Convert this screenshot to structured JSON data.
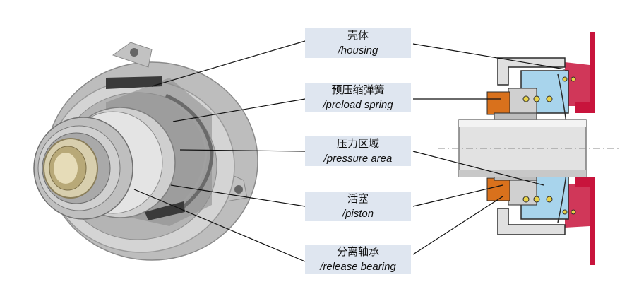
{
  "labels": [
    {
      "zh": "壳体",
      "en": "/housing"
    },
    {
      "zh": "预压缩弹簧",
      "en": "/preload spring"
    },
    {
      "zh": "压力区域",
      "en": "/pressure area"
    },
    {
      "zh": "活塞",
      "en": "/piston"
    },
    {
      "zh": "分离轴承",
      "en": "/release bearing"
    }
  ],
  "colors": {
    "label_bg": "#dfe6f0",
    "housing_red": "#c8143c",
    "piston_orange": "#d9711c",
    "pressure_blue": "#a8d4ec",
    "shaft_gray": "#e2e2e2",
    "body_gray": "#9a9a9a"
  }
}
